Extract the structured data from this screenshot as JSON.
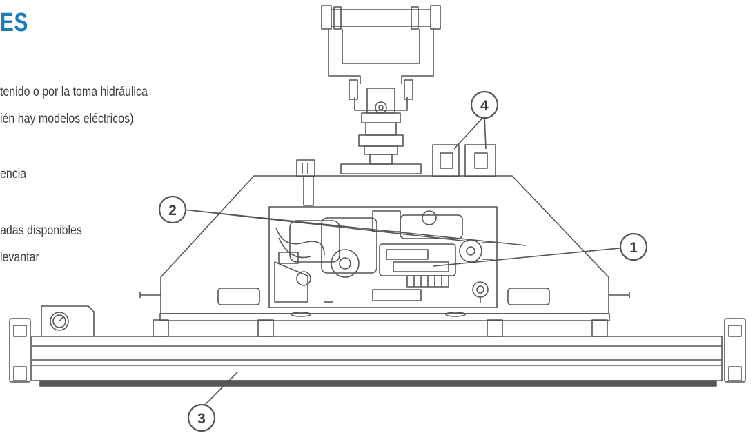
{
  "heading": "ES",
  "features": [
    "tenido o por la toma hidráulica",
    "ién hay modelos eléctricos)",
    "encia",
    "adas disponibles",
    "levantar"
  ],
  "callouts": [
    "1",
    "2",
    "3",
    "4"
  ],
  "colors": {
    "heading": "#1a7bbf",
    "line": "#555555",
    "text": "#3c3c3c"
  }
}
